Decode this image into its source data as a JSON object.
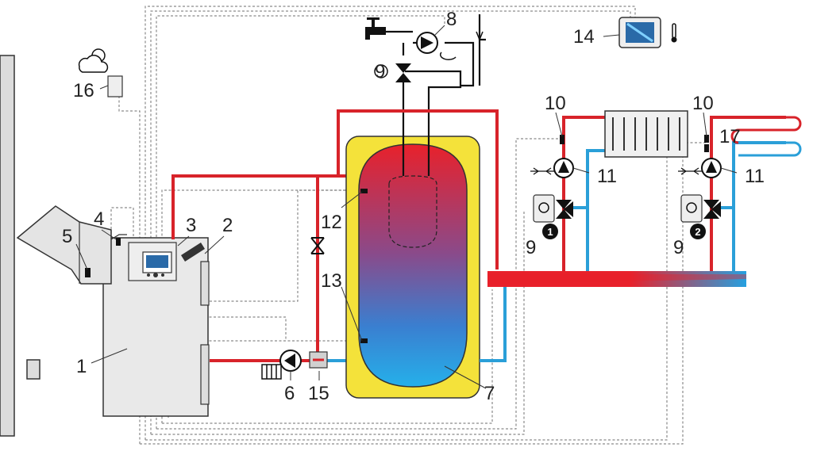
{
  "labels": {
    "boiler": "1",
    "door": "2",
    "flue_sensor": "3",
    "feeder_sensor": "4",
    "hopper_sensor": "5",
    "boiler_pump": "6",
    "buffer_tank": "7",
    "dhw_circ_pump": "8",
    "valve_left": "9",
    "valve_right": "9",
    "dhw_valve": "9",
    "supply_sensor_left": "10",
    "supply_sensor_right": "10",
    "pump_left": "11",
    "pump_right": "11",
    "buffer_sensor_top": "12",
    "buffer_sensor_bottom": "13",
    "room_panel": "14",
    "return_valve": "15",
    "outdoor_sensor": "16",
    "return_sensor": "17"
  },
  "badges": {
    "circuit_1": "1",
    "circuit_2": "2"
  },
  "colors": {
    "hot": "#d8232a",
    "cold": "#2a9fd8",
    "jacket": "#f4e23a",
    "wire": "#8a8a8a",
    "boiler": "#e9e9e9"
  },
  "icons": [
    "weather-icon",
    "tap-icon",
    "thermometer-icon",
    "radiator-icon",
    "floor-heating-icon"
  ]
}
